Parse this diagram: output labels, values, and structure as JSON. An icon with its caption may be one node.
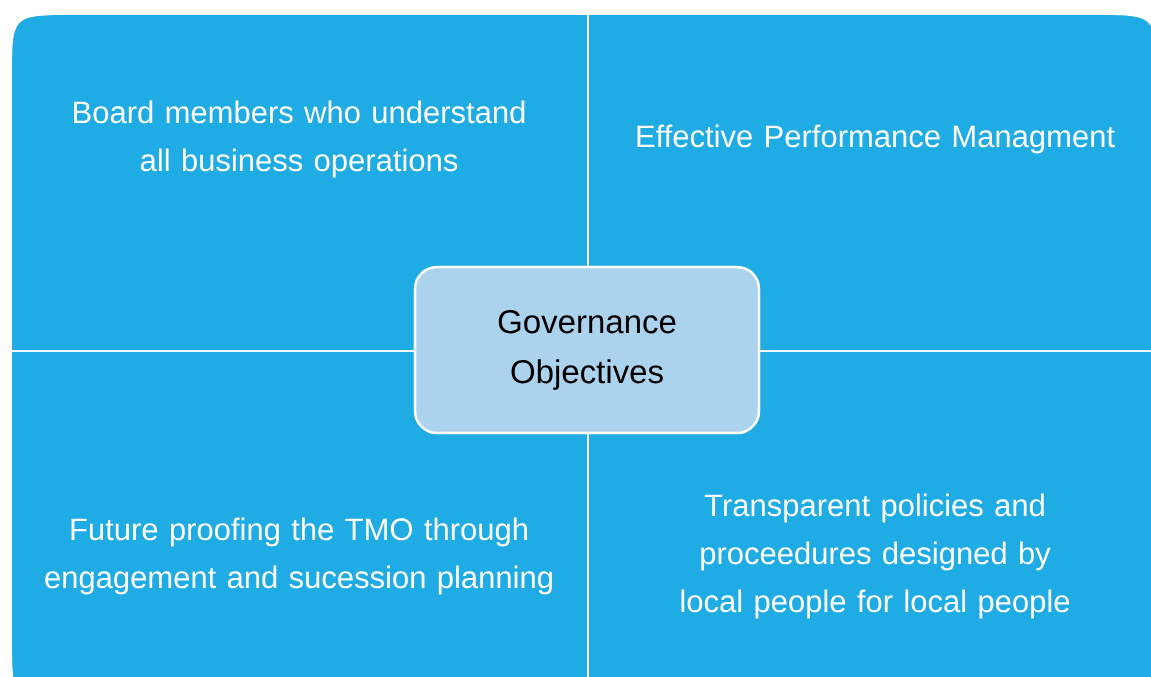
{
  "diagram": {
    "nodes": [
      {
        "text": [
          "Board members who understand all business operations"
        ]
      },
      {
        "text": [
          "Effective Performance Managment"
        ]
      },
      {
        "text": [
          "Future proofing the TMO through engagement and sucession planning"
        ]
      },
      {
        "text": [
          "Transparent policies and proceedures designed by local people for local people"
        ]
      },
      {
        "text": [
          "Governance Objectives"
        ]
      }
    ]
  }
}
